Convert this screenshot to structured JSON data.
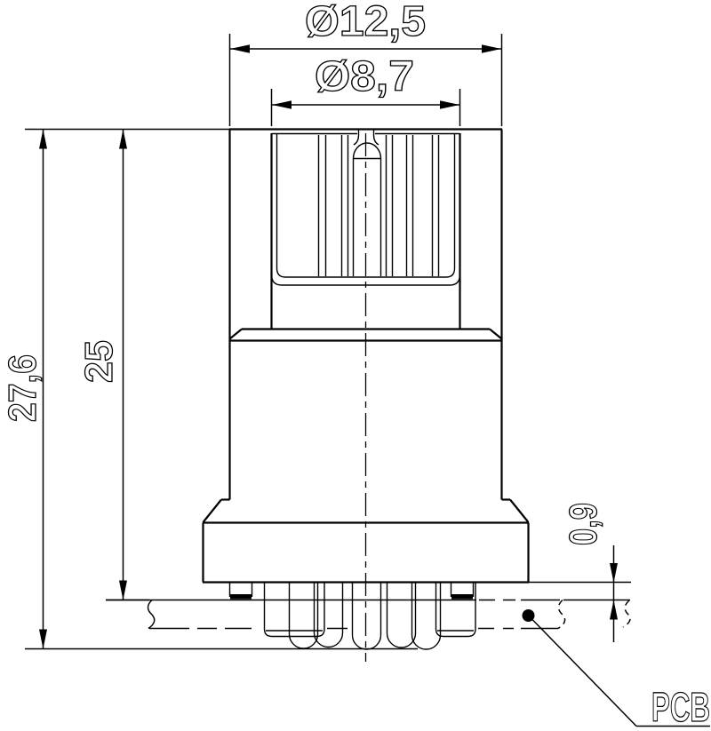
{
  "drawing": {
    "type": "technical-dimension-drawing",
    "subject": "circular-connector-on-pcb-side-view",
    "dimensions": {
      "outer_diameter": "Ø12,5",
      "inner_diameter": "Ø8,7",
      "overall_height": "27,6",
      "height_to_pcb": "25",
      "standoff": "0,9"
    },
    "labels": {
      "pcb": "PCB"
    },
    "colors": {
      "line": "#000000",
      "background": "#ffffff"
    }
  }
}
